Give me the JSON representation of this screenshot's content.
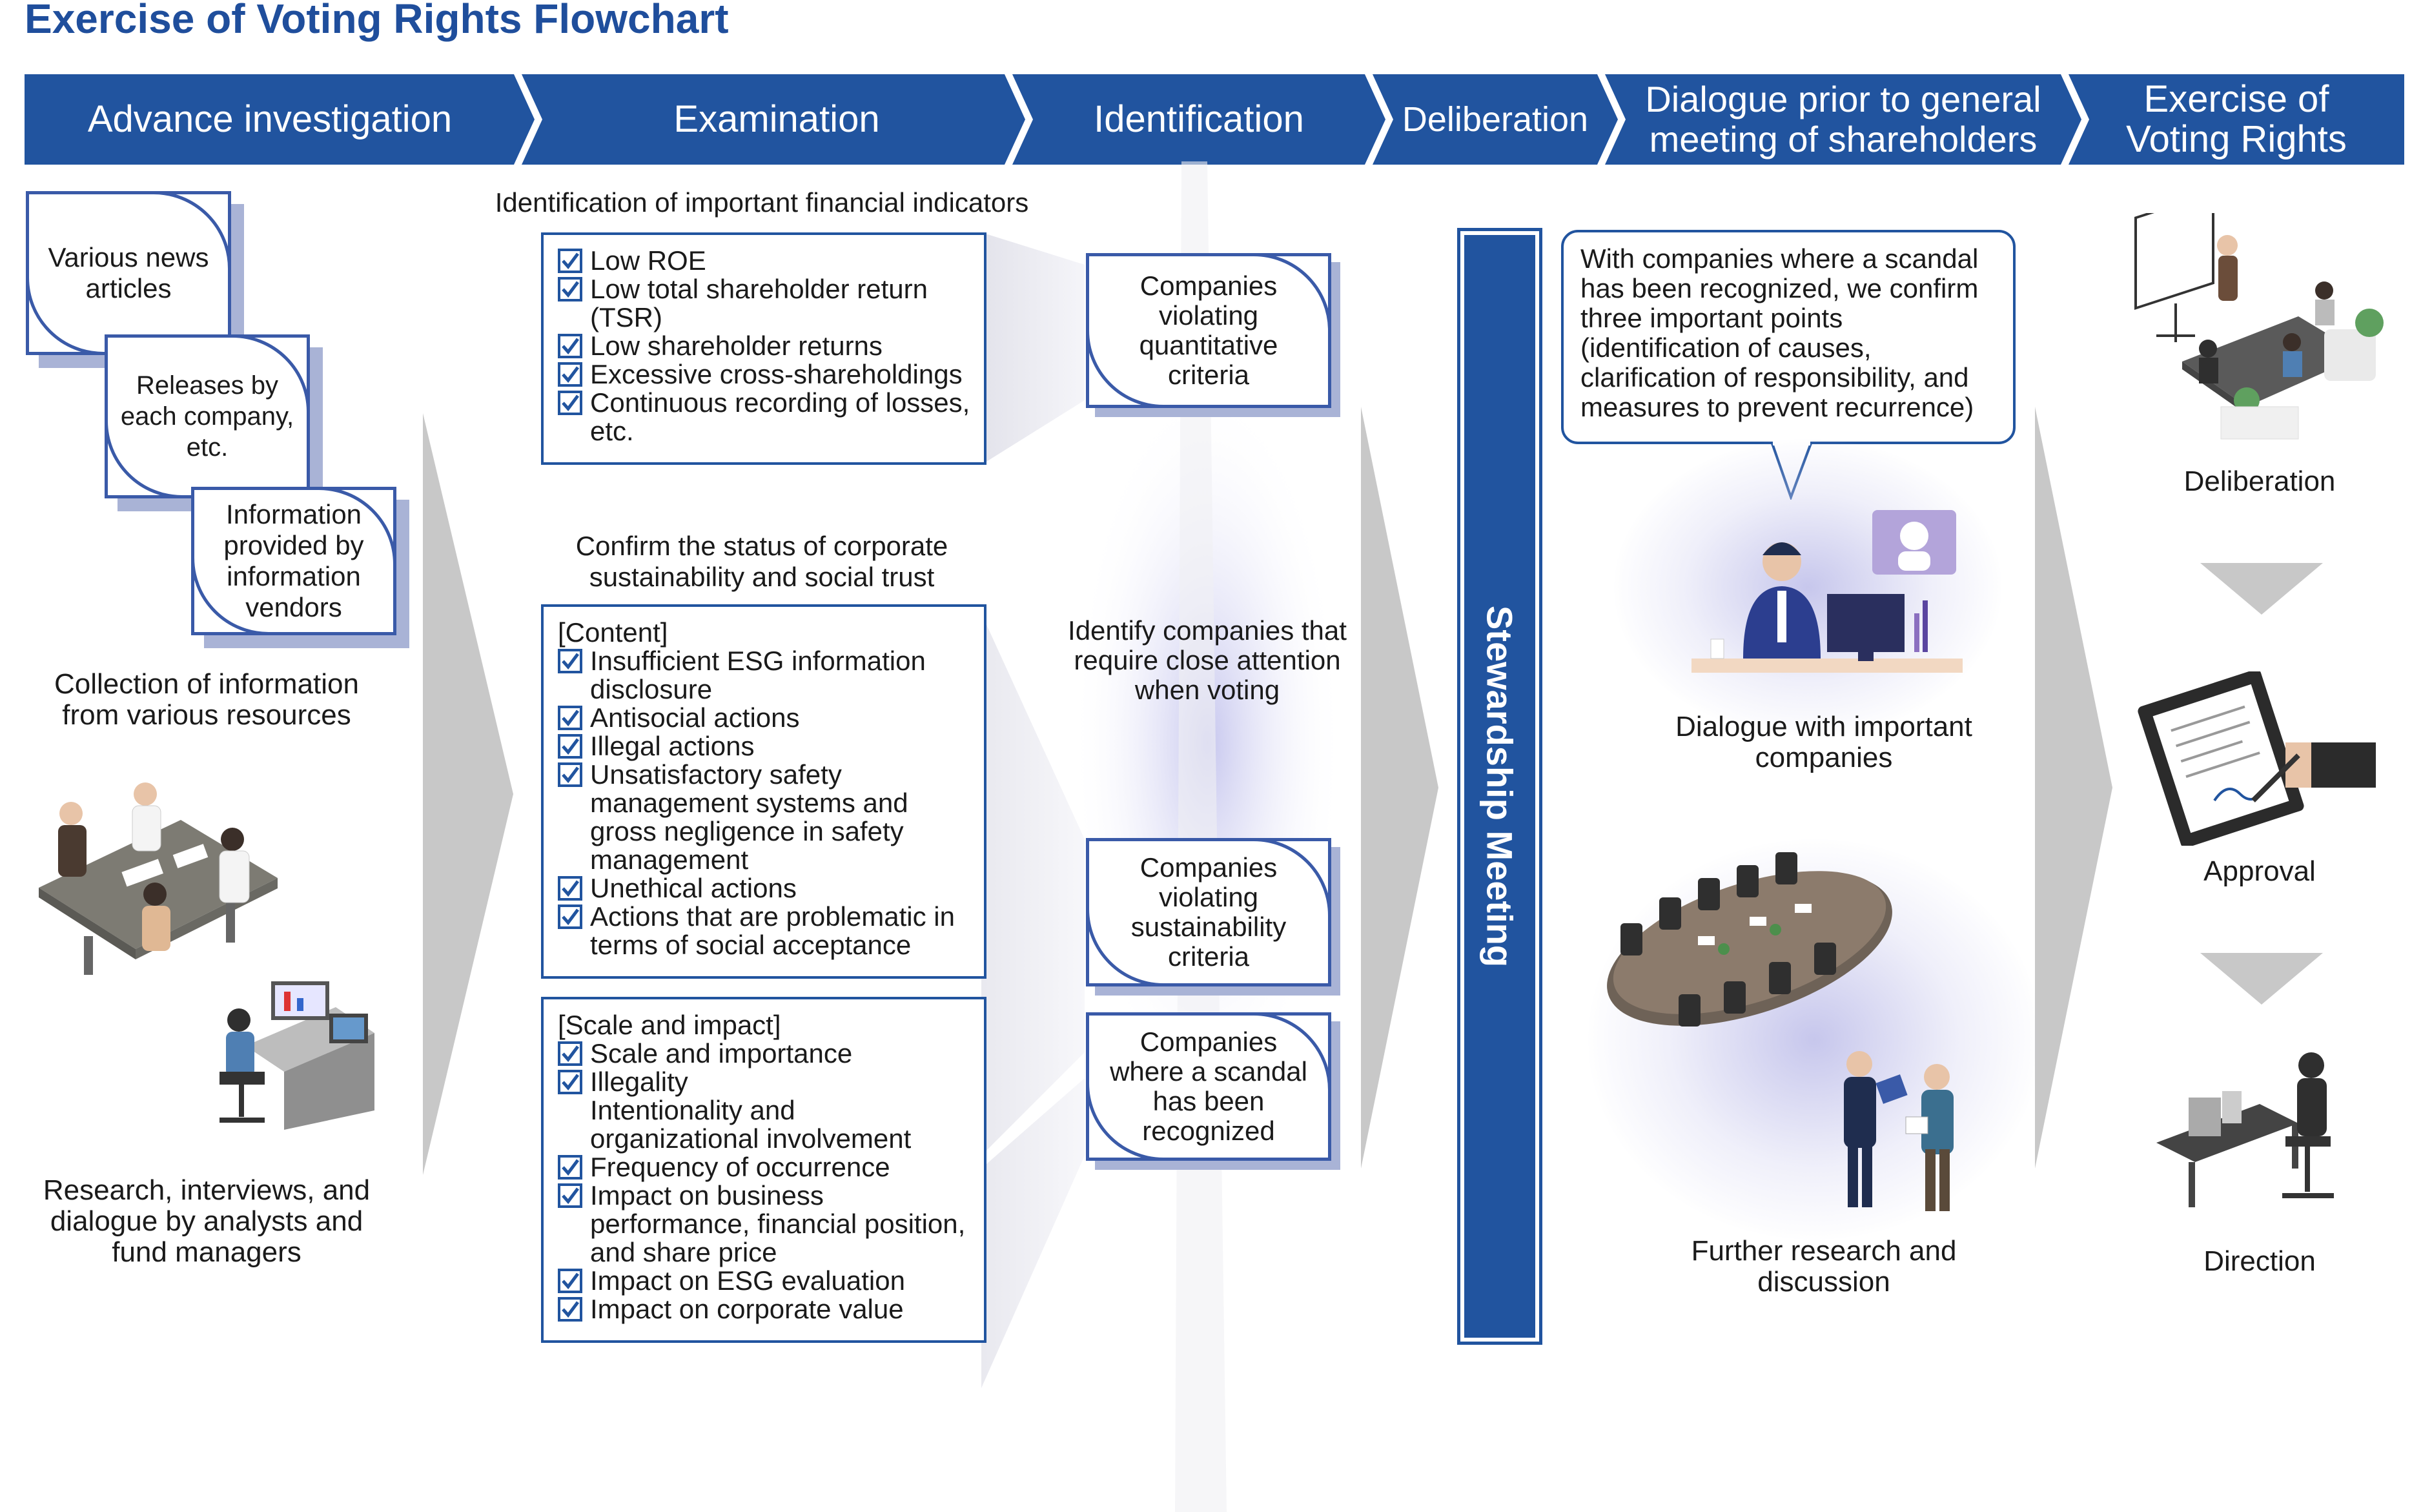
{
  "title": "Exercise of Voting Rights Flowchart",
  "colors": {
    "primary": "#21549f",
    "accent": "#3a5aa8",
    "arrow_gray": "#c8c8c8"
  },
  "stages": [
    "Advance investigation",
    "Examination",
    "Identification",
    "Deliberation",
    "Dialogue prior to general meeting of shareholders",
    "Exercise of Voting Rights"
  ],
  "stage_lines": {
    "dialogue": [
      "Dialogue prior to general",
      "meeting of shareholders"
    ],
    "exercise": [
      "Exercise of",
      "Voting Rights"
    ]
  },
  "advance": {
    "docs": [
      "Various news articles",
      "Releases by each company, etc.",
      "Information provided by information vendors"
    ],
    "collection_caption": "Collection of information from various resources",
    "research_caption": "Research, interviews, and dialogue by analysts and fund managers"
  },
  "examination": {
    "financial_header": "Identification of important financial indicators",
    "financial_items": [
      "Low ROE",
      "Low total shareholder return (TSR)",
      "Low shareholder returns",
      "Excessive cross-shareholdings",
      "Continuous recording of losses, etc."
    ],
    "sustainability_header": "Confirm the status of corporate sustainability and social trust",
    "content_label": "[Content]",
    "content_items": [
      "Insufficient ESG information disclosure",
      "Antisocial actions",
      "Illegal actions",
      "Unsatisfactory safety management systems and gross negligence in safety management",
      "Unethical actions",
      "Actions that are problematic in terms of social acceptance"
    ],
    "scale_label": "[Scale and impact]",
    "scale_items": [
      "Scale and importance",
      "Illegality",
      "Intentionality and organizational involvement",
      "Frequency of occurrence",
      "Impact on business performance, financial position, and share price",
      "Impact on ESG evaluation",
      "Impact on corporate value"
    ]
  },
  "identification": {
    "doc1": "Companies violating quantitative criteria",
    "center": "Identify companies that require close attention when voting",
    "doc2": "Companies violating sustainability criteria",
    "doc3": "Companies where a scandal has been recognized"
  },
  "deliberation": {
    "meeting": "Stewardship Meeting"
  },
  "dialogue": {
    "bubble": "With companies where a scandal has been recognized, we confirm three important points (identification of causes, clarification of responsibility, and measures to prevent recurrence)",
    "caption1": "Dialogue with important companies",
    "caption2": "Further research and discussion"
  },
  "exercise": {
    "steps": [
      "Deliberation",
      "Approval",
      "Direction"
    ]
  },
  "icons": [
    "checkbox-icon",
    "meeting-illustration",
    "office-worker-illustration",
    "video-call-illustration",
    "conference-table-illustration",
    "discussion-illustration",
    "presentation-illustration",
    "signature-illustration",
    "desk-worker-illustration"
  ]
}
